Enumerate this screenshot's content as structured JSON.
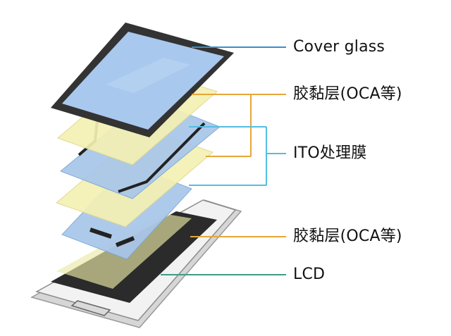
{
  "labels": {
    "cover_glass": "Cover glass",
    "oca_top": "胶黏层(OCA等)",
    "ito": "ITO处理膜",
    "oca_bottom": "胶黏层(OCA等)",
    "lcd": "LCD"
  },
  "colors": {
    "cover_leader": "#3a8fc8",
    "oca_leader": "#e8a53a",
    "ito_leader": "#55bde0",
    "lcd_leader": "#3f9a86",
    "glass_fill": "#a9c8ee",
    "glass_frame": "#333333",
    "adhesive_fill": "#f4f0b4",
    "ito_fill": "#a8c6ea",
    "trace": "#222222",
    "lcd_panel": "#2b2b2b",
    "lcd_tint": "#eaeaa6",
    "phone_body": "#f2f2f2"
  }
}
